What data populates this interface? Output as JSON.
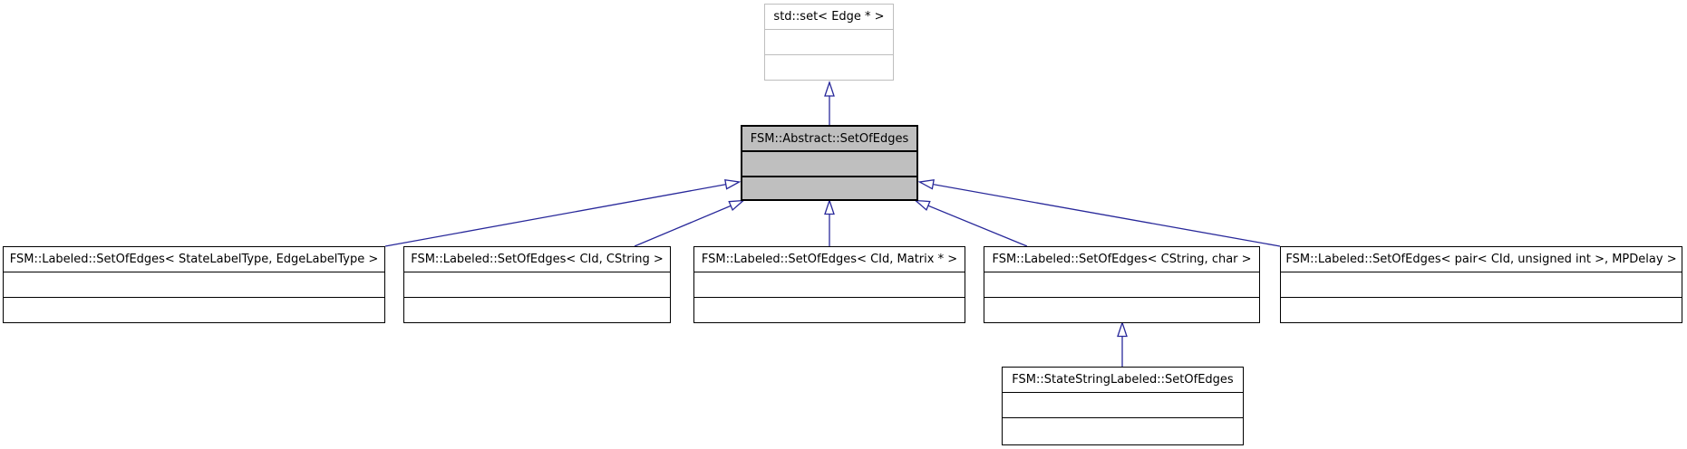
{
  "colors": {
    "edge-color": "#28289a",
    "node-border": "#000000",
    "highlight-fill": "#bfbfbf",
    "external-border": "#bebebe",
    "background": "#ffffff",
    "text-color": "#000000"
  },
  "nodes": {
    "std_set": {
      "label": "std::set< Edge * >"
    },
    "abstract": {
      "label": "FSM::Abstract::SetOfEdges"
    },
    "labeled_statelabel": {
      "label": "FSM::Labeled::SetOfEdges< StateLabelType, EdgeLabelType >"
    },
    "labeled_cid_cstring": {
      "label": "FSM::Labeled::SetOfEdges< CId, CString >"
    },
    "labeled_cid_matrix": {
      "label": "FSM::Labeled::SetOfEdges< CId, Matrix * >"
    },
    "labeled_cstring_char": {
      "label": "FSM::Labeled::SetOfEdges< CString, char >"
    },
    "labeled_pair_mpdelay": {
      "label": "FSM::Labeled::SetOfEdges< pair< CId, unsigned int >, MPDelay >"
    },
    "statestring": {
      "label": "FSM::StateStringLabeled::SetOfEdges"
    }
  }
}
